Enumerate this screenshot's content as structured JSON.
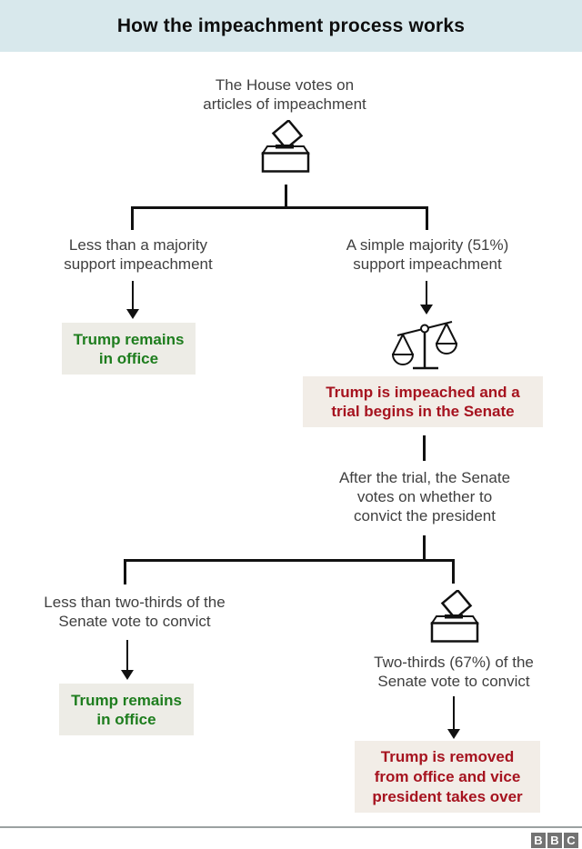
{
  "header": {
    "title": "How the impeachment process works"
  },
  "colors": {
    "header_bg": "#d8e8ec",
    "outcome_positive_text": "#1e7d1e",
    "outcome_negative_text": "#a6131f",
    "outcome_box_bg_green": "#edece6",
    "outcome_box_bg_red": "#f2ede7",
    "label_text": "#3f3f3f",
    "line": "#111111",
    "footer_line": "#9ba1a1",
    "bbc_logo_bg": "#737373"
  },
  "flow": {
    "house_vote": "The House votes on\narticles of impeachment",
    "ballot_icon_1": "ballot-box-icon",
    "branch1_left_label": "Less than a majority\nsupport impeachment",
    "branch1_right_label": "A simple majority (51%)\nsupport impeachment",
    "outcome_remains_1": "Trump remains\nin office",
    "scales_icon": "scales-of-justice-icon",
    "outcome_impeached": "Trump is impeached and a\ntrial begins in the Senate",
    "senate_vote": "After the trial, the Senate\nvotes on whether to\nconvict the president",
    "branch2_left_label": "Less than two-thirds of the\nSenate vote to convict",
    "ballot_icon_2": "ballot-box-icon",
    "branch2_right_label": "Two-thirds (67%) of the\nSenate vote to convict",
    "outcome_remains_2": "Trump remains\nin office",
    "outcome_removed": "Trump is removed\nfrom office and vice\npresident takes over"
  },
  "footer": {
    "logo_letters": [
      "B",
      "B",
      "C"
    ]
  }
}
